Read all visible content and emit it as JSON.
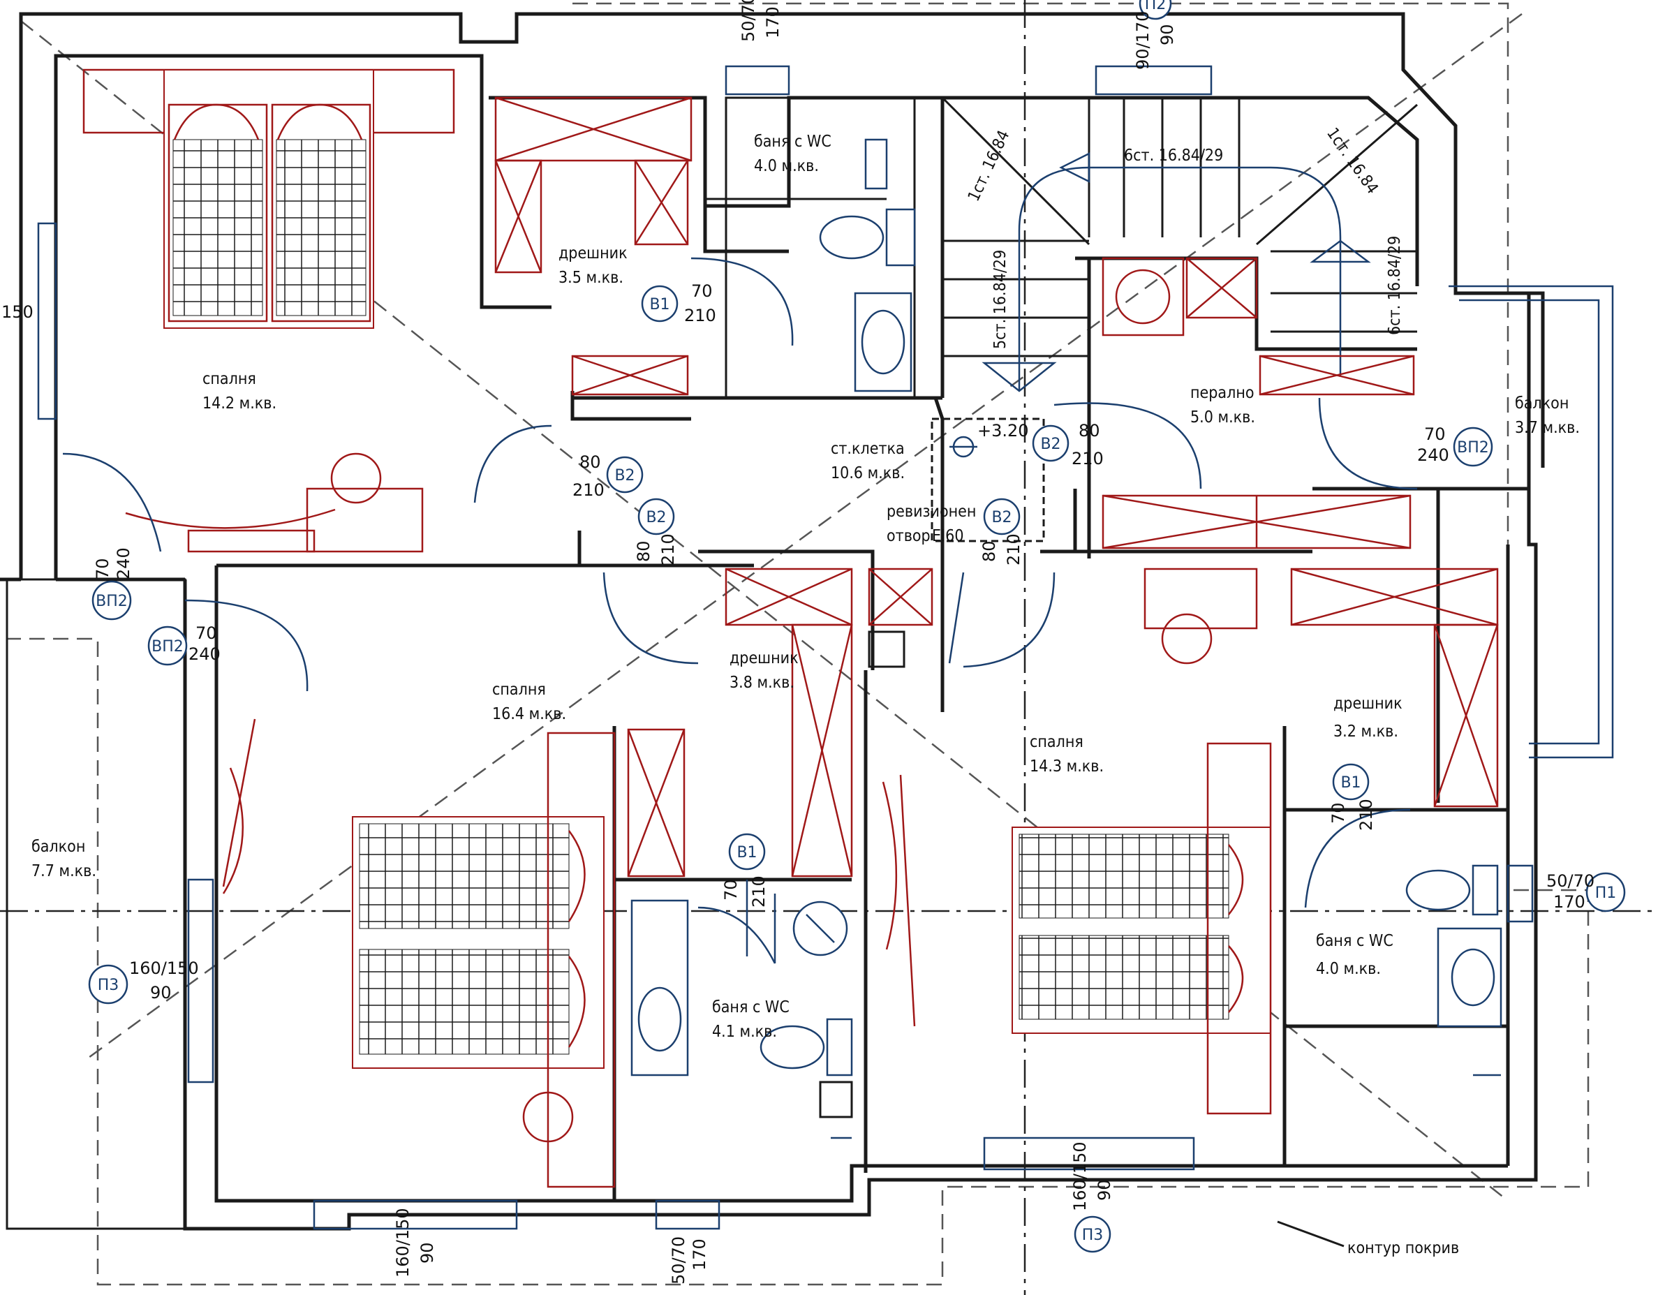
{
  "rooms": {
    "bedroom_nw": {
      "name": "спалня",
      "area": "14.2 м.кв."
    },
    "closet_n": {
      "name": "дрешник",
      "area": "3.5 м.кв."
    },
    "bath_n": {
      "name": "баня с WC",
      "area": "4.0 м.кв."
    },
    "stair": {
      "name": "ст.клетка",
      "area": "10.6 м.кв."
    },
    "laundry": {
      "name": "перално",
      "area": "5.0 м.кв."
    },
    "balcony_e": {
      "name": "балкон",
      "area": "3.7 м.кв."
    },
    "balcony_w": {
      "name": "балкон",
      "area": "7.7 м.кв."
    },
    "bedroom_sw": {
      "name": "спалня",
      "area": "16.4 м.кв."
    },
    "closet_c": {
      "name": "дрешник",
      "area": "3.8 м.кв."
    },
    "bath_s": {
      "name": "баня с WC",
      "area": "4.1 м.кв."
    },
    "bedroom_se": {
      "name": "спалня",
      "area": "14.3 м.кв."
    },
    "closet_e": {
      "name": "дрешник",
      "area": "3.2 м.кв."
    },
    "bath_e": {
      "name": "баня с WC",
      "area": "4.0 м.кв."
    }
  },
  "stairs": {
    "s1": "1ст. 16.84",
    "s2": "6ст. 16.84/29",
    "s3": "1ст. 16.84",
    "s4": "5ст. 16.84/29",
    "s5": "6ст. 16.84/29"
  },
  "labels": {
    "level": "+3.20",
    "inspection_1": "ревизионен",
    "inspection_2": "отвор",
    "fire_rating": "EI60",
    "roof_outline": "контур покрив"
  },
  "doors": {
    "b1": "В1",
    "b2": "В2",
    "vp2": "ВП2",
    "d70": "70",
    "d80": "80",
    "h210": "210",
    "h240": "240"
  },
  "windows": {
    "p1": "П1",
    "p2": "П2",
    "p3": "П3",
    "w50": "50/70",
    "h170": "170",
    "w160": "160/150",
    "h90": "90",
    "w90": "90/170",
    "w150": "150"
  },
  "colors": {
    "walls": "#1a1a1a",
    "furniture": "#a01818",
    "annotation": "#1b3f6e"
  }
}
